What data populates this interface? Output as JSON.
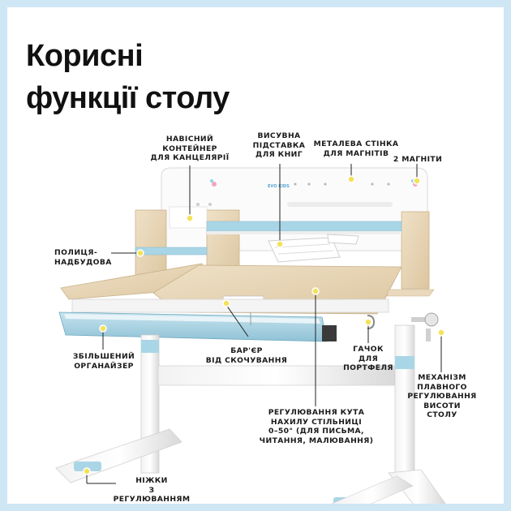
{
  "title": {
    "line1": "Корисні",
    "line2": "функції столу"
  },
  "callouts": {
    "container": "НАВІСНИЙ\nКОНТЕЙНЕР\nДЛЯ КАНЦЕЛЯРІЇ",
    "book_stand": "ВИСУВНА\nПІДСТАВКА\nДЛЯ КНИГ",
    "metal_wall": "МЕТАЛЕВА СТІНКА\nДЛЯ МАГНІТІВ",
    "magnets": "2 МАГНІТИ",
    "shelf": "ПОЛИЦЯ-\nНАДБУДОВА",
    "organizer": "ЗБІЛЬШЕНИЙ\nОРГАНАЙЗЕР",
    "barrier": "БАР'ЄР\nВІД СКОЧУВАННЯ",
    "hook": "ГАЧОК\nДЛЯ\nПОРТФЕЛЯ",
    "mechanism": "МЕХАНІЗМ\nПЛАВНОГО\nРЕГУЛЮВАННЯ\nВИСОТИ\nСТОЛУ",
    "tilt": "РЕГУЛЮВАННЯ КУТА\nНАХИЛУ СТІЛЬНИЦІ\n0–50° (ДЛЯ ПИСЬМА,\nЧИТАННЯ, МАЛЮВАННЯ)",
    "legs": "НІЖКИ\nЗ РЕГУЛЮВАННЯМ"
  },
  "panel_logo": "EVO KIDS",
  "colors": {
    "frame": "#cfe6f5",
    "wood": "#ead9bd",
    "blue_accent": "#a9d6e6",
    "white_frame": "#ffffff",
    "marker": "#f3e25a",
    "leader_line": "#222222"
  }
}
